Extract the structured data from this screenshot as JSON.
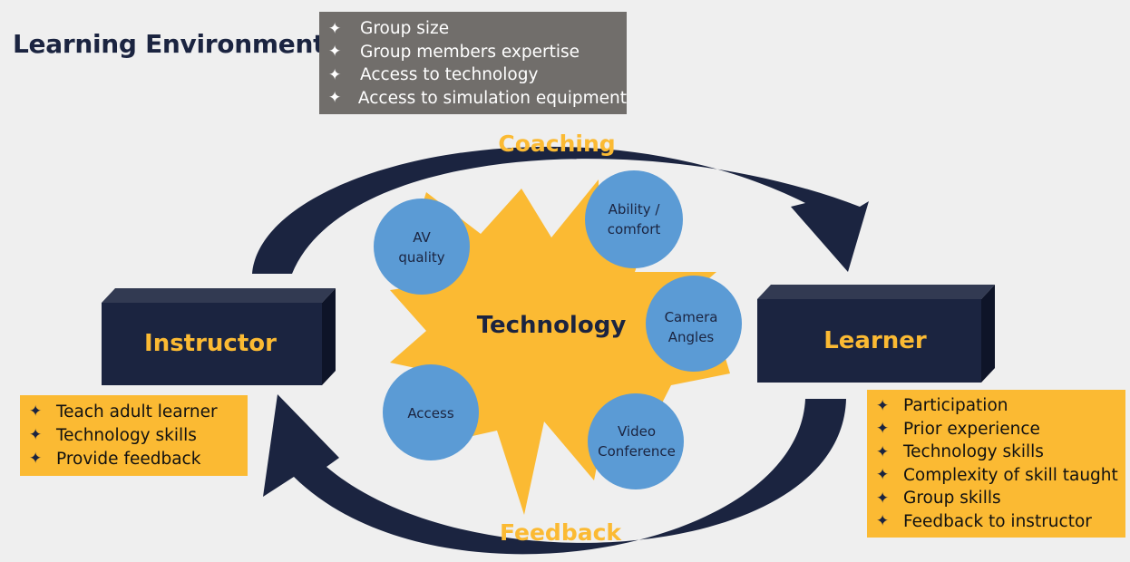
{
  "title": "Learning Environment",
  "environment_factors": [
    "Group size",
    "Group members expertise",
    "Access to technology",
    "Access to simulation equipment"
  ],
  "coaching_label": "Coaching",
  "feedback_label": "Feedback",
  "instructor": {
    "label": "Instructor",
    "factors": [
      "Teach adult learner",
      "Technology skills",
      "Provide feedback"
    ]
  },
  "learner": {
    "label": "Learner",
    "factors": [
      "Participation",
      "Prior experience",
      "Technology skills",
      "Complexity of skill taught",
      "Group skills",
      "Feedback to instructor"
    ]
  },
  "technology": {
    "label": "Technology",
    "av_quality": [
      "AV",
      "quality"
    ],
    "ability_comfort": [
      "Ability /",
      "comfort"
    ],
    "camera_angles": [
      "Camera",
      "Angles"
    ],
    "access": "Access",
    "video_conference": [
      "Video",
      "Conference"
    ]
  },
  "bullet_glyph": "✦",
  "colors": {
    "navy": "#1b2440",
    "gold": "#fbba33",
    "gray": "#716e6b",
    "circle_blue": "#5b9bd5",
    "background": "#efefef"
  }
}
